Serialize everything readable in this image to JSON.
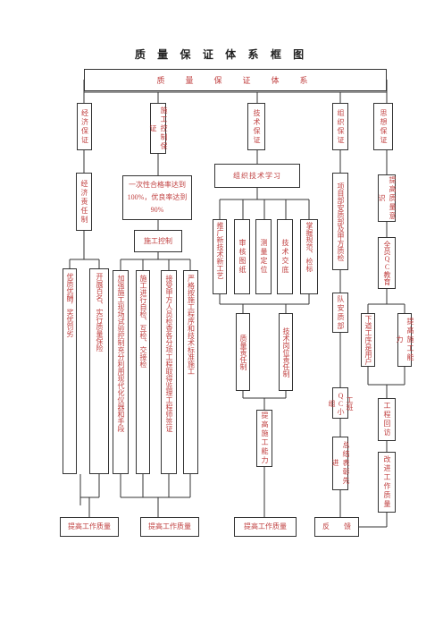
{
  "title": "质 量 保 证 体 系 框 图",
  "system": "质　量　保　证　体　系",
  "columns": {
    "economic": "经济保证",
    "construction": "施工控制保证",
    "technical": "技术保证",
    "organization": "组织保证",
    "ideology": "思想保证"
  },
  "economic_responsibility": "经济责任制",
  "quality_rate": "一次性合格率达到 100%，优良率达到 90%",
  "construction_control": "施工控制",
  "organize_tech_study": "组织技术学习",
  "tech_items": [
    "推广新技术新工艺",
    "审核图纸",
    "测量定位",
    "技术交底",
    "掌握规范、检标"
  ],
  "quality_responsibility": "质量责任制",
  "tech_post_responsibility": "技术岗位责任制",
  "improve_construction_ability": "提高施工能力",
  "project_dept": "项目部安质部及甲方质检",
  "team_dept": "队安质部",
  "team_group": "工班QC小组",
  "summary": "总结表彰先进",
  "improve_quality_awareness": "提高质量意识",
  "all_qc": "全员QC教育",
  "next_process": "下道工序是用户",
  "improve_ability": "提高施工能力",
  "visit": "工程回访",
  "improve_work_quality_v": "改进工作质量",
  "economic_sub": [
    "优质优酬，奖优罚劣",
    "开展百名、实行质量保险"
  ],
  "construction_sub": [
    "加强施工现场试验控制充分利用现代化仪器和手段",
    "施工进行自检、互检、交接检",
    "接受甲方人员检查各分项工程取得监理工程师签证",
    "严格按施工程序和技术标准施工"
  ],
  "bottom": [
    "提高工作质量",
    "提高工作质量",
    "提高工作质量",
    "反　　馈"
  ]
}
